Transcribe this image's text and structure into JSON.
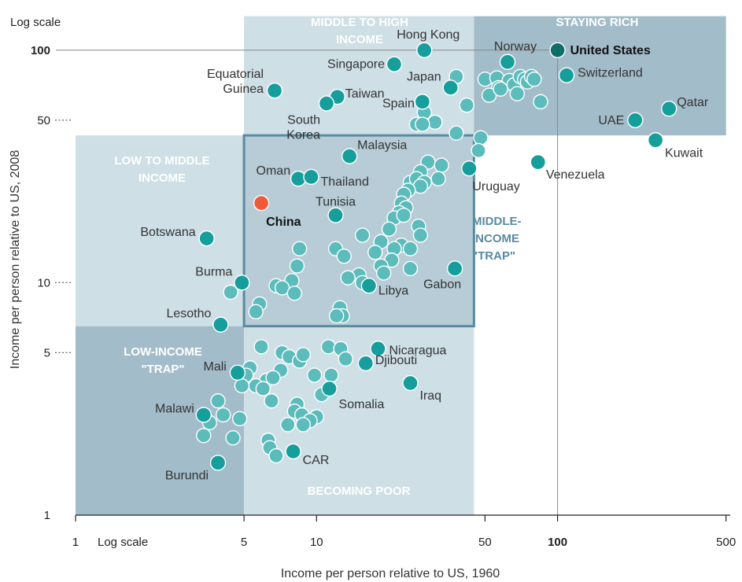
{
  "chart_data": {
    "type": "scatter",
    "xlabel": "Income per person relative to US, 1960",
    "ylabel": "Income per person relative to US, 2008",
    "x_scale_note": "Log scale",
    "y_scale_note": "Log scale",
    "x_scale": "log",
    "y_scale": "log",
    "xlim": [
      1,
      500
    ],
    "ylim": [
      1,
      140
    ],
    "x_ticks": [
      "1",
      "5",
      "10",
      "50",
      "100",
      "500"
    ],
    "y_ticks": [
      "1",
      "5",
      "10",
      "50",
      "100"
    ],
    "regions": [
      {
        "label": "MIDDLE TO HIGH INCOME",
        "x": [
          5,
          45
        ],
        "y": [
          43,
          140
        ]
      },
      {
        "label": "STAYING RICH",
        "x": [
          45,
          500
        ],
        "y": [
          43,
          140
        ]
      },
      {
        "label": "LOW TO MIDDLE INCOME",
        "x": [
          1,
          5
        ],
        "y": [
          6.5,
          43
        ]
      },
      {
        "label": "LOW-INCOME \"TRAP\"",
        "x": [
          1,
          5
        ],
        "y": [
          1,
          6.5
        ]
      },
      {
        "label": "BECOMING POOR",
        "x": [
          5,
          45
        ],
        "y": [
          1,
          6.5
        ]
      }
    ],
    "trap_box": {
      "label": "MIDDLE-INCOME \"TRAP\"",
      "x": [
        5,
        45
      ],
      "y": [
        6.5,
        43
      ]
    },
    "reference_lines": {
      "x": 100,
      "y": 100
    },
    "colors": {
      "region_light": "#cfdfe6",
      "region_mid": "#b7ccd6",
      "region_dark": "#a3bcc9",
      "trap_border": "#5a8aa0",
      "point_light": "#5cbcbc",
      "point_dark": "#159e9b",
      "point_us": "#0d6e6a",
      "point_china": "#ef5a3c"
    },
    "labeled_points": [
      {
        "name": "United States",
        "x": 100,
        "y": 100,
        "style": "us"
      },
      {
        "name": "Hong Kong",
        "x": 28,
        "y": 100,
        "style": "dark"
      },
      {
        "name": "Norway",
        "x": 62,
        "y": 89,
        "style": "dark"
      },
      {
        "name": "Singapore",
        "x": 21,
        "y": 87,
        "style": "dark"
      },
      {
        "name": "Switzerland",
        "x": 109,
        "y": 78,
        "style": "dark"
      },
      {
        "name": "Japan",
        "x": 36,
        "y": 69,
        "style": "dark"
      },
      {
        "name": "Equatorial Guinea",
        "x": 6.7,
        "y": 67,
        "style": "dark"
      },
      {
        "name": "Taiwan",
        "x": 12.2,
        "y": 63,
        "style": "dark"
      },
      {
        "name": "South Korea",
        "x": 11,
        "y": 59,
        "style": "dark"
      },
      {
        "name": "Spain",
        "x": 27.5,
        "y": 60,
        "style": "dark"
      },
      {
        "name": "Qatar",
        "x": 290,
        "y": 56,
        "style": "dark"
      },
      {
        "name": "UAE",
        "x": 210,
        "y": 50,
        "style": "dark"
      },
      {
        "name": "Kuwait",
        "x": 255,
        "y": 41,
        "style": "dark"
      },
      {
        "name": "Malaysia",
        "x": 13.7,
        "y": 35,
        "style": "dark"
      },
      {
        "name": "Venezuela",
        "x": 83,
        "y": 33,
        "style": "dark"
      },
      {
        "name": "Uruguay",
        "x": 43,
        "y": 31,
        "style": "dark"
      },
      {
        "name": "Oman",
        "x": 8.4,
        "y": 28,
        "style": "dark"
      },
      {
        "name": "Thailand",
        "x": 9.5,
        "y": 28.5,
        "style": "dark"
      },
      {
        "name": "China",
        "x": 5.9,
        "y": 22,
        "style": "china"
      },
      {
        "name": "Tunisia",
        "x": 12,
        "y": 19.5,
        "style": "dark"
      },
      {
        "name": "Botswana",
        "x": 3.5,
        "y": 15.5,
        "style": "dark"
      },
      {
        "name": "Gabon",
        "x": 37.5,
        "y": 11.5,
        "style": "dark"
      },
      {
        "name": "Burma",
        "x": 4.9,
        "y": 10,
        "style": "dark"
      },
      {
        "name": "Libya",
        "x": 16.5,
        "y": 9.7,
        "style": "dark"
      },
      {
        "name": "Lesotho",
        "x": 4,
        "y": 6.6,
        "style": "dark"
      },
      {
        "name": "Nicaragua",
        "x": 18,
        "y": 5.2,
        "style": "dark"
      },
      {
        "name": "Djibouti",
        "x": 16,
        "y": 4.5,
        "style": "dark"
      },
      {
        "name": "Mali",
        "x": 4.7,
        "y": 4.1,
        "style": "dark"
      },
      {
        "name": "Iraq",
        "x": 24.5,
        "y": 3.7,
        "style": "dark"
      },
      {
        "name": "Somalia",
        "x": 11.3,
        "y": 3.5,
        "style": "dark"
      },
      {
        "name": "Malawi",
        "x": 3.4,
        "y": 2.7,
        "style": "dark"
      },
      {
        "name": "CAR",
        "x": 8,
        "y": 1.88,
        "style": "dark"
      },
      {
        "name": "Burundi",
        "x": 3.9,
        "y": 1.68,
        "style": "dark"
      }
    ],
    "unlabeled_points": [
      [
        38,
        77
      ],
      [
        50,
        75
      ],
      [
        56,
        76
      ],
      [
        63,
        74
      ],
      [
        66,
        71
      ],
      [
        70,
        77
      ],
      [
        73,
        75
      ],
      [
        75,
        73
      ],
      [
        78,
        77
      ],
      [
        80,
        75
      ],
      [
        57,
        69
      ],
      [
        52,
        64
      ],
      [
        58,
        68
      ],
      [
        68,
        65
      ],
      [
        85,
        60
      ],
      [
        42,
        58
      ],
      [
        28,
        54
      ],
      [
        31,
        49
      ],
      [
        26,
        48
      ],
      [
        27.5,
        48
      ],
      [
        38,
        44
      ],
      [
        48,
        42
      ],
      [
        47,
        37
      ],
      [
        29,
        33
      ],
      [
        33,
        32
      ],
      [
        27,
        30
      ],
      [
        32,
        28
      ],
      [
        24.5,
        27
      ],
      [
        26,
        28
      ],
      [
        28,
        27
      ],
      [
        27,
        26
      ],
      [
        24,
        25
      ],
      [
        23,
        24
      ],
      [
        22.5,
        22
      ],
      [
        23.5,
        21
      ],
      [
        22,
        20
      ],
      [
        21,
        19
      ],
      [
        23,
        19.5
      ],
      [
        26.5,
        17.5
      ],
      [
        20,
        17
      ],
      [
        15.5,
        16
      ],
      [
        18.5,
        15
      ],
      [
        22.5,
        14.5
      ],
      [
        27,
        16
      ],
      [
        24.5,
        14
      ],
      [
        17.5,
        13.5
      ],
      [
        21,
        14
      ],
      [
        12,
        14
      ],
      [
        13,
        13
      ],
      [
        20.5,
        12.5
      ],
      [
        18.5,
        11.8
      ],
      [
        24.5,
        11.5
      ],
      [
        19,
        11
      ],
      [
        15,
        10.8
      ],
      [
        13.5,
        10.5
      ],
      [
        15.5,
        10
      ],
      [
        8.5,
        14
      ],
      [
        8.3,
        11.8
      ],
      [
        7.9,
        10.2
      ],
      [
        6.8,
        9.7
      ],
      [
        7.2,
        9.5
      ],
      [
        8.1,
        9
      ],
      [
        12.5,
        7.8
      ],
      [
        12.8,
        7.2
      ],
      [
        12.1,
        7.2
      ],
      [
        5.8,
        8.1
      ],
      [
        5.6,
        7.5
      ],
      [
        4.4,
        9.1
      ],
      [
        5.9,
        5.3
      ],
      [
        7.2,
        5
      ],
      [
        7.7,
        4.8
      ],
      [
        8.5,
        4.6
      ],
      [
        8.8,
        4.9
      ],
      [
        11.2,
        5.3
      ],
      [
        12.6,
        5.2
      ],
      [
        13.2,
        4.7
      ],
      [
        5.3,
        4.3
      ],
      [
        5.1,
        4
      ],
      [
        6.2,
        3.8
      ],
      [
        7.1,
        4.2
      ],
      [
        9.8,
        4
      ],
      [
        11.5,
        4
      ],
      [
        5.6,
        3.6
      ],
      [
        6,
        3.5
      ],
      [
        6.6,
        3.9
      ],
      [
        10.5,
        3.3
      ],
      [
        4.9,
        3.6
      ],
      [
        6.5,
        3.1
      ],
      [
        8.3,
        3
      ],
      [
        8.1,
        2.8
      ],
      [
        8.7,
        2.7
      ],
      [
        10,
        2.65
      ],
      [
        9.4,
        2.55
      ],
      [
        8.8,
        2.45
      ],
      [
        7.6,
        2.45
      ],
      [
        3.9,
        3.1
      ],
      [
        4.1,
        2.7
      ],
      [
        3.6,
        2.5
      ],
      [
        4.8,
        2.6
      ],
      [
        3.4,
        2.2
      ],
      [
        4.5,
        2.15
      ],
      [
        6.3,
        2.1
      ],
      [
        6.4,
        1.95
      ],
      [
        6.8,
        1.8
      ]
    ]
  }
}
